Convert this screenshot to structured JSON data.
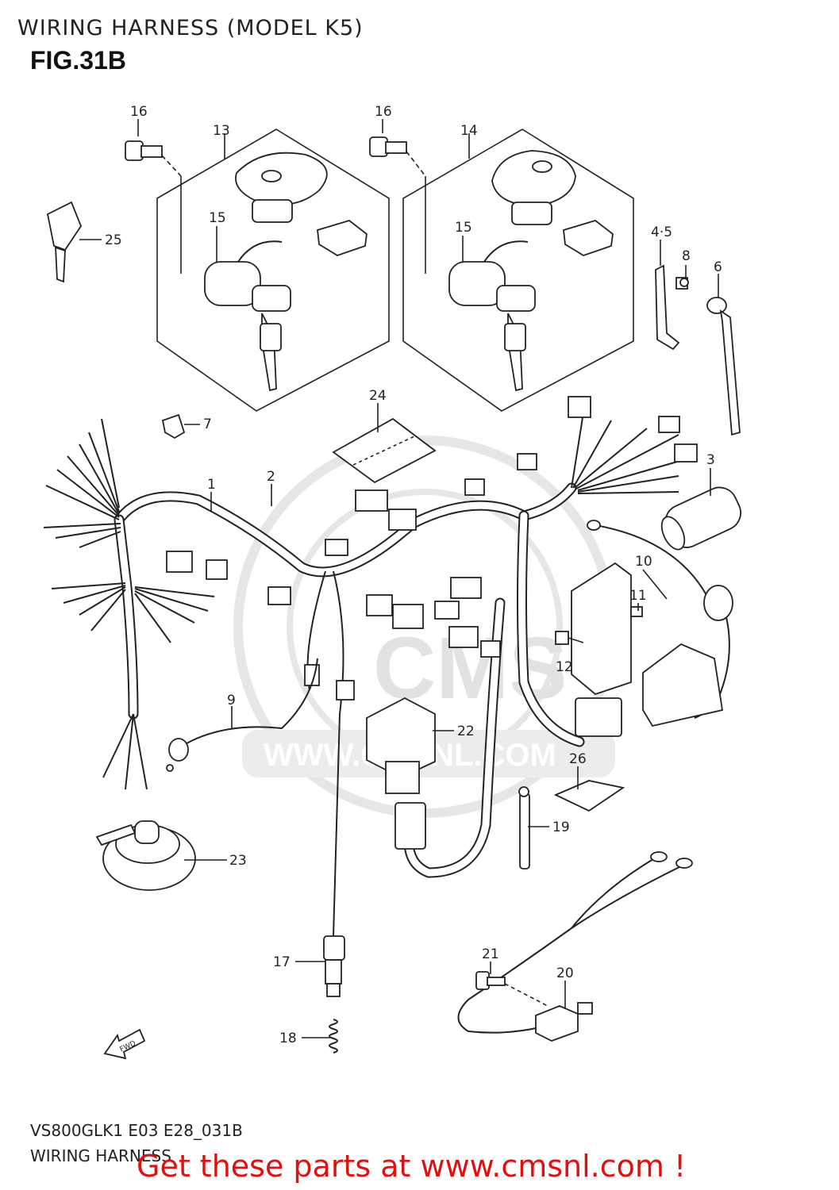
{
  "header": {
    "title": "WIRING HARNESS (MODEL K5)",
    "figure": "FIG.31B"
  },
  "watermark": {
    "brand": "CMS",
    "url": "WWW.CMSNL.COM"
  },
  "footer": {
    "model_code": "VS800GLK1 E03 E28_031B",
    "section_name": "WIRING HARNESS",
    "cta": "Get these parts at www.cmsnl.com !"
  },
  "fwd_label": "FWD",
  "callouts": [
    {
      "id": "c16a",
      "label": "16"
    },
    {
      "id": "c13",
      "label": "13"
    },
    {
      "id": "c16b",
      "label": "16"
    },
    {
      "id": "c14",
      "label": "14"
    },
    {
      "id": "c15a",
      "label": "15"
    },
    {
      "id": "c15b",
      "label": "15"
    },
    {
      "id": "c25",
      "label": "25"
    },
    {
      "id": "c45",
      "label": "4·5"
    },
    {
      "id": "c8",
      "label": "8"
    },
    {
      "id": "c6",
      "label": "6"
    },
    {
      "id": "c7",
      "label": "7"
    },
    {
      "id": "c24",
      "label": "24"
    },
    {
      "id": "c1",
      "label": "1"
    },
    {
      "id": "c2",
      "label": "2"
    },
    {
      "id": "c3",
      "label": "3"
    },
    {
      "id": "c10",
      "label": "10"
    },
    {
      "id": "c11",
      "label": "11"
    },
    {
      "id": "c12",
      "label": "12"
    },
    {
      "id": "c9",
      "label": "9"
    },
    {
      "id": "c22",
      "label": "22"
    },
    {
      "id": "c26",
      "label": "26"
    },
    {
      "id": "c19",
      "label": "19"
    },
    {
      "id": "c23",
      "label": "23"
    },
    {
      "id": "c17",
      "label": "17"
    },
    {
      "id": "c21",
      "label": "21"
    },
    {
      "id": "c20",
      "label": "20"
    },
    {
      "id": "c18",
      "label": "18"
    }
  ]
}
